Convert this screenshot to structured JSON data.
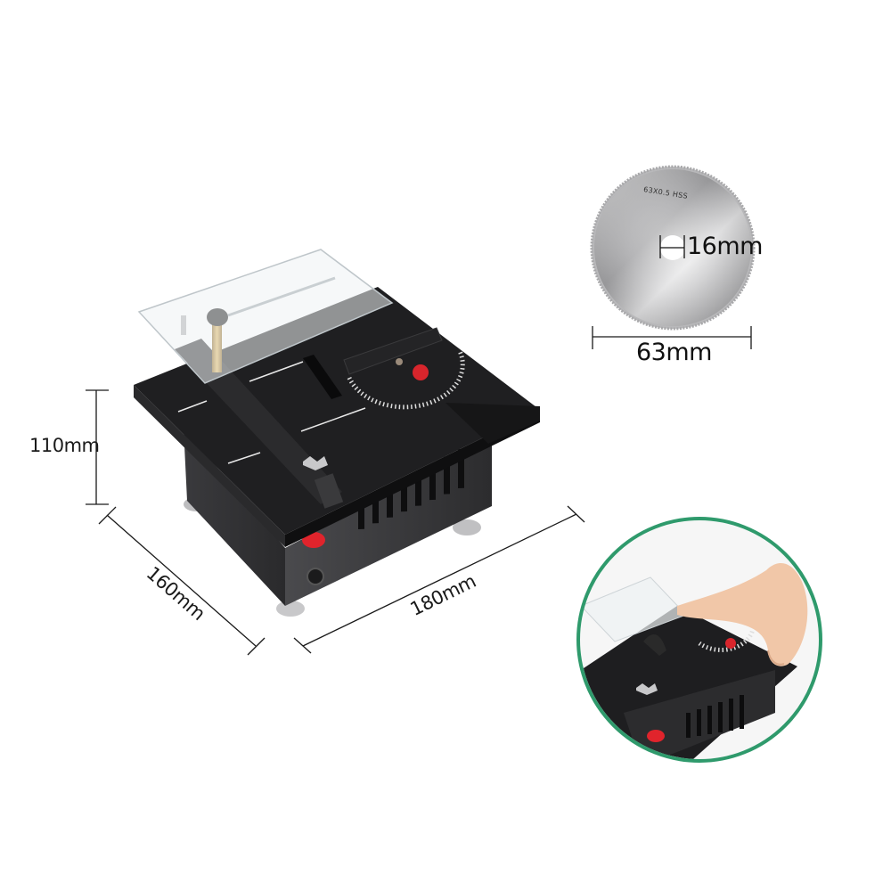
{
  "diagram": {
    "type": "product-dimension-diagram",
    "subject": "mini table saw",
    "colors": {
      "background": "#ffffff",
      "body": "#2a2a2c",
      "body_dark": "#1c1c1e",
      "accent_red": "#e0242c",
      "inset_border": "#2f9a6c",
      "dimension_line": "#1a1a1a",
      "blade_silver": "#c9c9cb"
    },
    "dimensions": {
      "height": {
        "label": "110mm",
        "value": 110,
        "unit": "mm"
      },
      "depth": {
        "label": "160mm",
        "value": 160,
        "unit": "mm"
      },
      "width": {
        "label": "180mm",
        "value": 180,
        "unit": "mm"
      }
    },
    "blade": {
      "engraving": "63X0.5 HSS",
      "bore": {
        "label": "16mm",
        "value": 16,
        "unit": "mm"
      },
      "diameter": {
        "label": "63mm",
        "value": 63,
        "unit": "mm"
      }
    },
    "inset": {
      "description": "hand pressing workpiece guard on saw table"
    }
  }
}
